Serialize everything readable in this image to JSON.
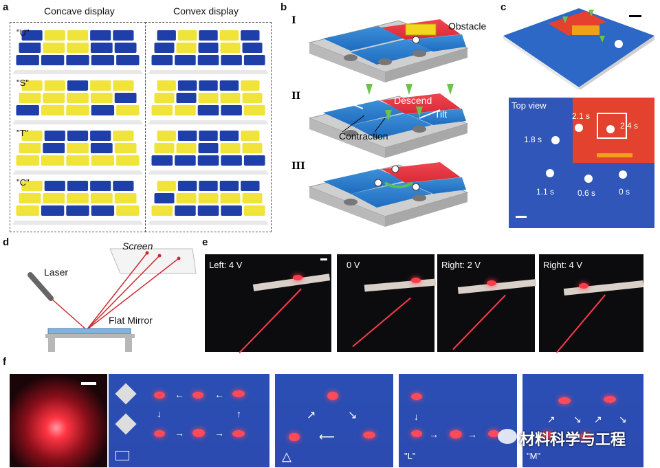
{
  "panels": {
    "a": {
      "label": "a",
      "concave_title": "Concave display",
      "convex_title": "Convex display",
      "letters": [
        "\"U\"",
        "\"S\"",
        "\"T\"",
        "\"C\""
      ],
      "colors": {
        "blue": "#1e3fa7",
        "yellow": "#f0e33a",
        "base": "#f2f2f2"
      }
    },
    "b": {
      "label": "b",
      "steps": [
        "I",
        "II",
        "III"
      ],
      "obstacle": "Obstacle",
      "descend": "Descend",
      "tilt": "Tilt",
      "contraction": "Contraction"
    },
    "c": {
      "label": "c",
      "top_view": "Top view",
      "times": [
        "2.1 s",
        "2.4 s",
        "1.8 s",
        "1.1 s",
        "0.6 s",
        "0 s"
      ]
    },
    "d": {
      "label": "d",
      "screen": "Screen",
      "laser": "Laser",
      "mirror": "Flat Mirror"
    },
    "e": {
      "label": "e",
      "frames": [
        "Left: 4 V",
        "0 V",
        "Right: 2 V",
        "Right: 4 V"
      ]
    },
    "f": {
      "label": "f",
      "shape_labels": [
        "\"L\"",
        "\"M\""
      ],
      "watermark": "材料科学与工程"
    }
  }
}
